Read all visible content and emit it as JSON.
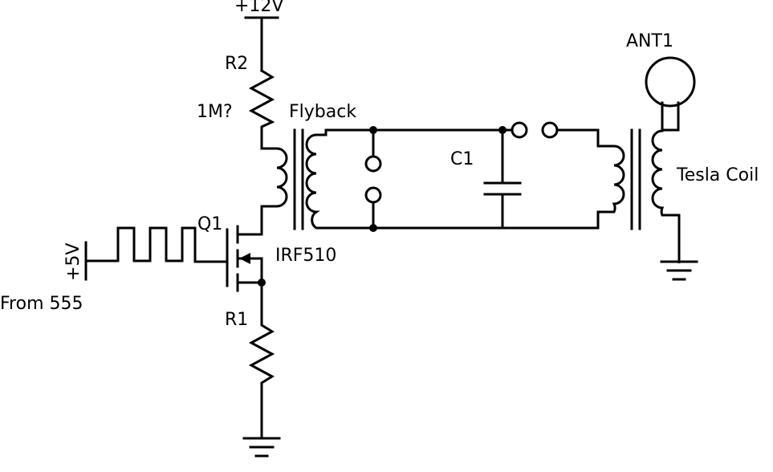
{
  "schematic": {
    "labels": {
      "supply_12v": "+12V",
      "r2": "R2",
      "r2_value": "1M?",
      "flyback": "Flyback",
      "q1": "Q1",
      "mosfet": "IRF510",
      "supply_5v": "+5V",
      "from_555": "From 555",
      "r1": "R1",
      "c1": "C1",
      "ant1": "ANT1",
      "tesla_coil": "Tesla Coil"
    }
  }
}
